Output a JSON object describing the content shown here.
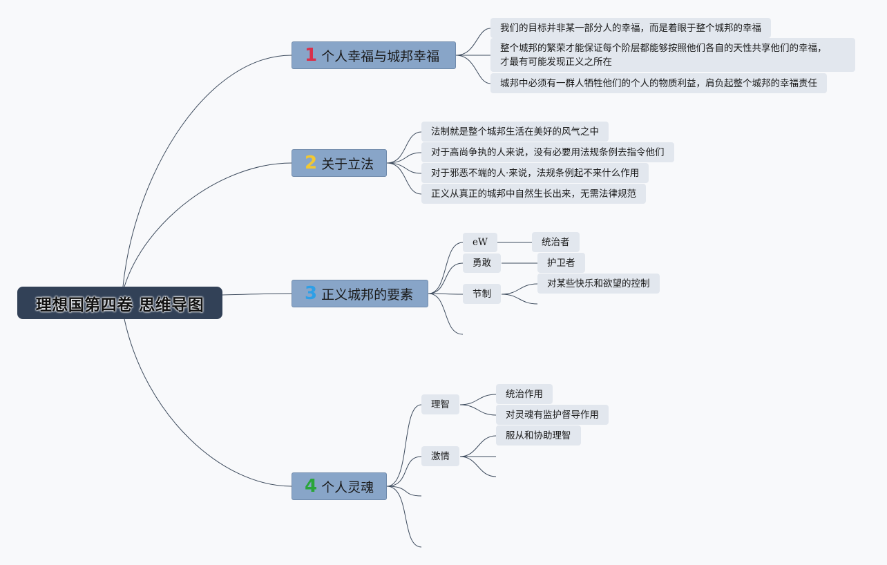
{
  "root": {
    "title": "理想国第四卷 思维导图"
  },
  "branches": [
    {
      "number": "1",
      "number_color": "#d9304a",
      "label": "个人幸福与城邦幸福",
      "children": [
        "我们的目标并非某一部分人的幸福，而是着眼于整个城邦的幸福",
        "整个城邦的繁荣才能保证每个阶层都能够按照他们各自的天性共享他们的幸福，",
        "才最有可能发现正义之所在",
        "城邦中必须有一群人牺牲他们的个人的物质利益，肩负起整个城邦的幸福责任"
      ]
    },
    {
      "number": "2",
      "number_color": "#f2c833",
      "label": "关于立法",
      "children": [
        "法制就是整个城邦生活在美好的风气之中",
        "对于高尚争执的人来说，没有必要用法规条例去指令他们",
        "对于邪恶不端的人·来说，法规条例起不来什么作用",
        "正义从真正的城邦中自然生长出来，无需法律规范"
      ]
    },
    {
      "number": "3",
      "number_color": "#2e9fe6",
      "label": "正义城邦的要素",
      "children": [
        {
          "label": "eW",
          "child": "统治者"
        },
        {
          "label": "勇敢",
          "child": "护卫者"
        },
        {
          "label": "节制",
          "child": "对某些快乐和欲望的控制"
        }
      ]
    },
    {
      "number": "4",
      "number_color": "#2aa53a",
      "label": "个人灵魂",
      "children": [
        {
          "label": "理智",
          "children": [
            "统治作用",
            "对灵魂有监护督导作用"
          ]
        },
        {
          "label": "激情",
          "children": [
            "服从和协助理智"
          ]
        }
      ]
    }
  ]
}
